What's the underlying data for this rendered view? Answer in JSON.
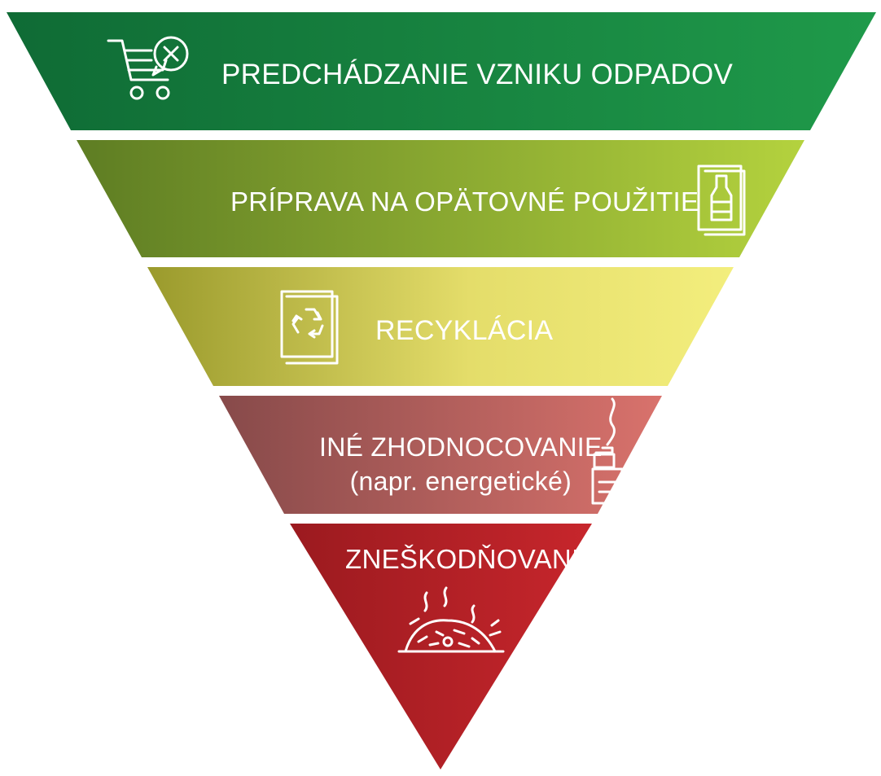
{
  "levels": [
    {
      "label": "PREDCHÁDZANIE VZNIKU ODPADOV",
      "icon": "shopping-cart-cancel-icon",
      "color_left": "#0f6b35",
      "color_right": "#1f9a4a"
    },
    {
      "label": "PRÍPRAVA NA OPÄTOVNÉ POUŽITIE",
      "icon": "bottle-reuse-icon",
      "color_left": "#5e7d23",
      "color_right": "#b4d23e"
    },
    {
      "label": "RECYKLÁCIA",
      "icon": "recycle-icon",
      "color_left": "#9a9a2c",
      "color_right": "#f3ee7d"
    },
    {
      "label": "INÉ ZHODNOCOVANIE",
      "sublabel": "(napr. energetické)",
      "icon": "energy-recovery-plant-icon",
      "color_left": "#874a4a",
      "color_right": "#d9726c"
    },
    {
      "label": "ZNEŠKODŇOVANIE",
      "icon": "landfill-icon",
      "color_left": "#9b1a1f",
      "color_right": "#c7262c"
    }
  ]
}
